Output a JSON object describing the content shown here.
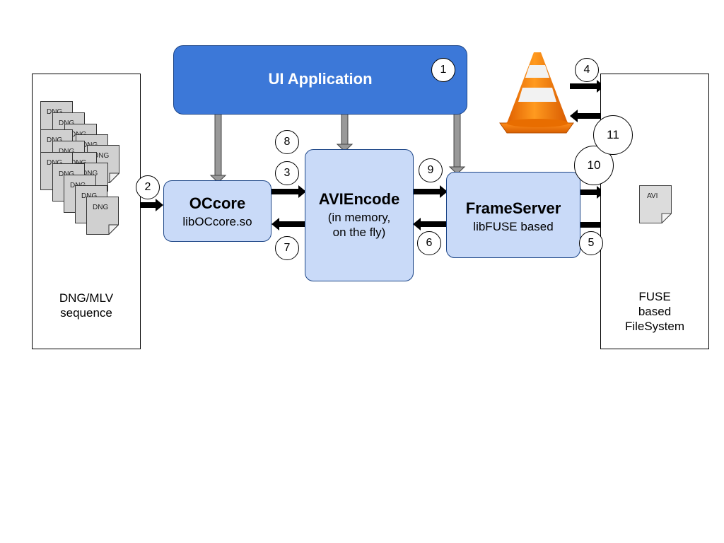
{
  "app": {
    "title": "UI Application"
  },
  "left_box": {
    "label_line1": "DNG/MLV",
    "label_line2": "sequence"
  },
  "right_box": {
    "label_line1": "FUSE",
    "label_line2": "based",
    "label_line3": "FileSystem"
  },
  "occore": {
    "title": "OCcore",
    "subtitle": "libOCcore.so"
  },
  "aviencode": {
    "title": "AVIEncode",
    "subtitle_line1": "(in memory,",
    "subtitle_line2": "on the fly)"
  },
  "frameserver": {
    "title": "FrameServer",
    "subtitle": "libFUSE based"
  },
  "dng_doc_label": "DNG",
  "avi_doc_label": "AVI",
  "steps": [
    "1",
    "2",
    "3",
    "4",
    "5",
    "6",
    "7",
    "8",
    "9",
    "10",
    "11"
  ],
  "icons": {
    "player": "traffic-cone-icon"
  },
  "colors": {
    "app_fill": "#3c78d8",
    "component_fill": "#c9daf8",
    "cone_orange": "#f57c00",
    "gray_arrow": "#999999"
  }
}
